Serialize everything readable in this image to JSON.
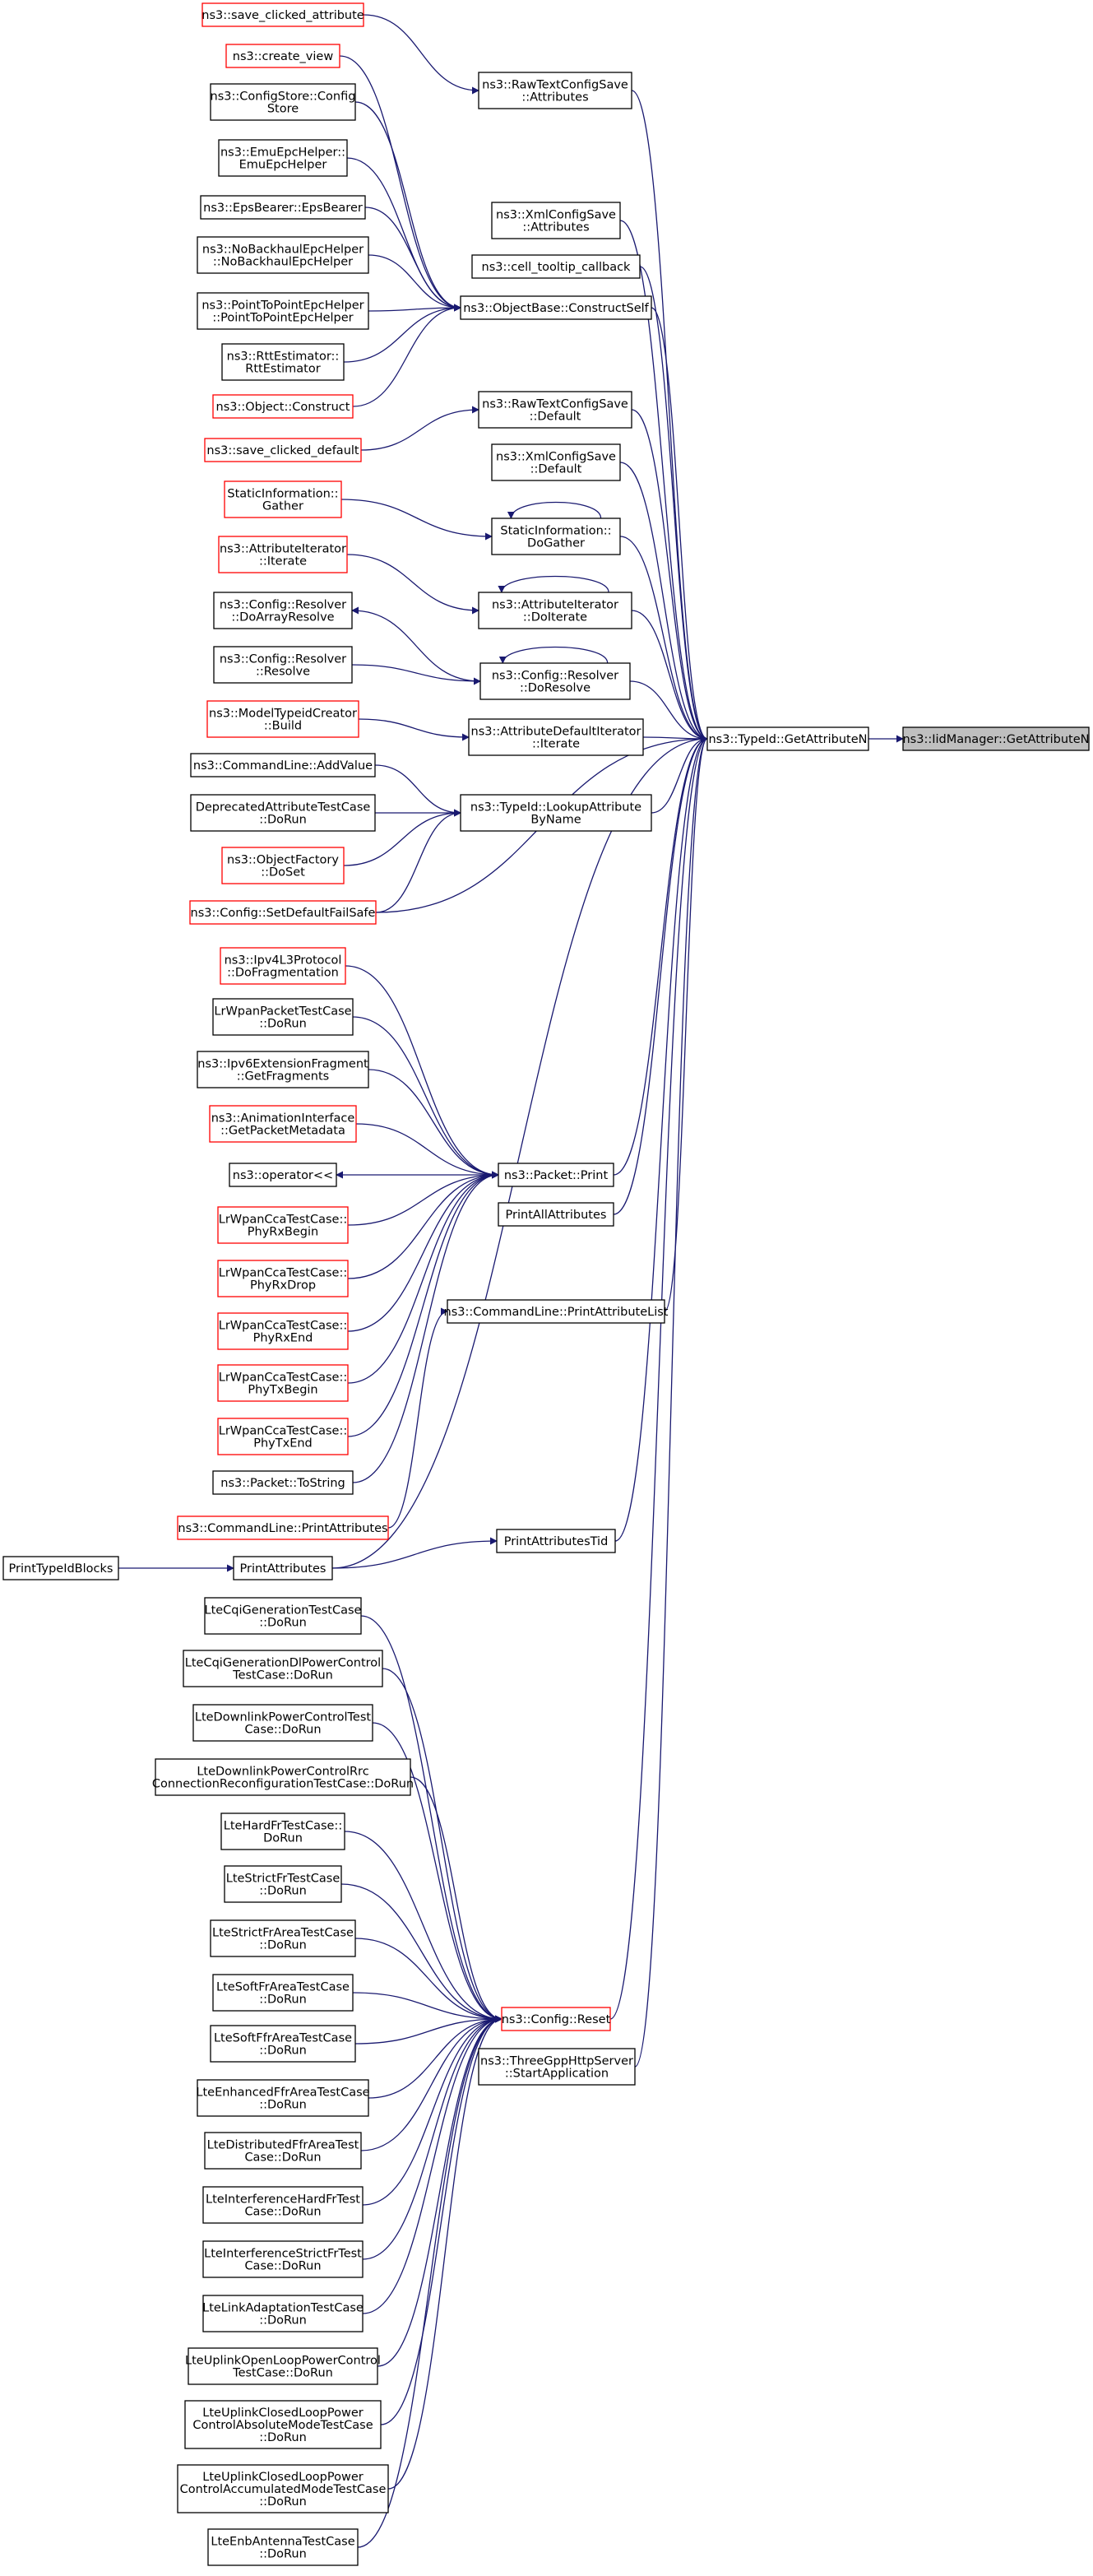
{
  "nodes": [
    {
      "id": "n1",
      "lines": [
        "ns3::save_clicked_attribute"
      ],
      "border": "#ff0000"
    },
    {
      "id": "n2",
      "lines": [
        "ns3::create_view"
      ],
      "border": "#ff0000"
    },
    {
      "id": "n3",
      "lines": [
        "ns3::ConfigStore::Config",
        "Store"
      ],
      "border": "#000000"
    },
    {
      "id": "n4",
      "lines": [
        "ns3::EmuEpcHelper::",
        "EmuEpcHelper"
      ],
      "border": "#000000"
    },
    {
      "id": "n5",
      "lines": [
        "ns3::EpsBearer::EpsBearer"
      ],
      "border": "#000000"
    },
    {
      "id": "n6",
      "lines": [
        "ns3::NoBackhaulEpcHelper",
        "::NoBackhaulEpcHelper"
      ],
      "border": "#000000"
    },
    {
      "id": "n7",
      "lines": [
        "ns3::PointToPointEpcHelper",
        "::PointToPointEpcHelper"
      ],
      "border": "#000000"
    },
    {
      "id": "n8",
      "lines": [
        "ns3::RttEstimator::",
        "RttEstimator"
      ],
      "border": "#000000"
    },
    {
      "id": "n9",
      "lines": [
        "ns3::Object::Construct"
      ],
      "border": "#ff0000"
    },
    {
      "id": "n10",
      "lines": [
        "ns3::save_clicked_default"
      ],
      "border": "#ff0000"
    },
    {
      "id": "n11",
      "lines": [
        "StaticInformation::",
        "Gather"
      ],
      "border": "#ff0000"
    },
    {
      "id": "n12",
      "lines": [
        "ns3::AttributeIterator",
        "::Iterate"
      ],
      "border": "#ff0000"
    },
    {
      "id": "n13",
      "lines": [
        "ns3::Config::Resolver",
        "::DoArrayResolve"
      ],
      "border": "#000000"
    },
    {
      "id": "n14",
      "lines": [
        "ns3::Config::Resolver",
        "::Resolve"
      ],
      "border": "#000000"
    },
    {
      "id": "n15",
      "lines": [
        "ns3::ModelTypeidCreator",
        "::Build"
      ],
      "border": "#ff0000"
    },
    {
      "id": "n16",
      "lines": [
        "ns3::CommandLine::AddValue"
      ],
      "border": "#000000"
    },
    {
      "id": "n17",
      "lines": [
        "DeprecatedAttributeTestCase",
        "::DoRun"
      ],
      "border": "#000000"
    },
    {
      "id": "n18",
      "lines": [
        "ns3::ObjectFactory",
        "::DoSet"
      ],
      "border": "#ff0000"
    },
    {
      "id": "n19",
      "lines": [
        "ns3::Config::SetDefaultFailSafe"
      ],
      "border": "#ff0000"
    },
    {
      "id": "n20",
      "lines": [
        "ns3::Ipv4L3Protocol",
        "::DoFragmentation"
      ],
      "border": "#ff0000"
    },
    {
      "id": "n21",
      "lines": [
        "LrWpanPacketTestCase",
        "::DoRun"
      ],
      "border": "#000000"
    },
    {
      "id": "n22",
      "lines": [
        "ns3::Ipv6ExtensionFragment",
        "::GetFragments"
      ],
      "border": "#000000"
    },
    {
      "id": "n23",
      "lines": [
        "ns3::AnimationInterface",
        "::GetPacketMetadata"
      ],
      "border": "#ff0000"
    },
    {
      "id": "n24",
      "lines": [
        "ns3::operator<<"
      ],
      "border": "#000000"
    },
    {
      "id": "n25",
      "lines": [
        "LrWpanCcaTestCase::",
        "PhyRxBegin"
      ],
      "border": "#ff0000"
    },
    {
      "id": "n26",
      "lines": [
        "LrWpanCcaTestCase::",
        "PhyRxDrop"
      ],
      "border": "#ff0000"
    },
    {
      "id": "n27",
      "lines": [
        "LrWpanCcaTestCase::",
        "PhyRxEnd"
      ],
      "border": "#ff0000"
    },
    {
      "id": "n28",
      "lines": [
        "LrWpanCcaTestCase::",
        "PhyTxBegin"
      ],
      "border": "#ff0000"
    },
    {
      "id": "n29",
      "lines": [
        "LrWpanCcaTestCase::",
        "PhyTxEnd"
      ],
      "border": "#ff0000"
    },
    {
      "id": "n30",
      "lines": [
        "ns3::Packet::ToString"
      ],
      "border": "#000000"
    },
    {
      "id": "n31",
      "lines": [
        "ns3::CommandLine::PrintAttributes"
      ],
      "border": "#ff0000"
    },
    {
      "id": "n32",
      "lines": [
        "PrintTypeIdBlocks"
      ],
      "border": "#000000"
    },
    {
      "id": "n33",
      "lines": [
        "PrintAttributes"
      ],
      "border": "#000000"
    },
    {
      "id": "n34",
      "lines": [
        "LteCqiGenerationTestCase",
        "::DoRun"
      ],
      "border": "#000000"
    },
    {
      "id": "n35",
      "lines": [
        "LteCqiGenerationDlPowerControl",
        "TestCase::DoRun"
      ],
      "border": "#000000"
    },
    {
      "id": "n36",
      "lines": [
        "LteDownlinkPowerControlTest",
        "Case::DoRun"
      ],
      "border": "#000000"
    },
    {
      "id": "n37",
      "lines": [
        "LteDownlinkPowerControlRrc",
        "ConnectionReconfigurationTestCase::DoRun"
      ],
      "border": "#000000"
    },
    {
      "id": "n38",
      "lines": [
        "LteHardFrTestCase::",
        "DoRun"
      ],
      "border": "#000000"
    },
    {
      "id": "n39",
      "lines": [
        "LteStrictFrTestCase",
        "::DoRun"
      ],
      "border": "#000000"
    },
    {
      "id": "n40",
      "lines": [
        "LteStrictFrAreaTestCase",
        "::DoRun"
      ],
      "border": "#000000"
    },
    {
      "id": "n41",
      "lines": [
        "LteSoftFrAreaTestCase",
        "::DoRun"
      ],
      "border": "#000000"
    },
    {
      "id": "n42",
      "lines": [
        "LteSoftFfrAreaTestCase",
        "::DoRun"
      ],
      "border": "#000000"
    },
    {
      "id": "n43",
      "lines": [
        "LteEnhancedFfrAreaTestCase",
        "::DoRun"
      ],
      "border": "#000000"
    },
    {
      "id": "n44",
      "lines": [
        "LteDistributedFfrAreaTest",
        "Case::DoRun"
      ],
      "border": "#000000"
    },
    {
      "id": "n45",
      "lines": [
        "LteInterferenceHardFrTest",
        "Case::DoRun"
      ],
      "border": "#000000"
    },
    {
      "id": "n46",
      "lines": [
        "LteInterferenceStrictFrTest",
        "Case::DoRun"
      ],
      "border": "#000000"
    },
    {
      "id": "n47",
      "lines": [
        "LteLinkAdaptationTestCase",
        "::DoRun"
      ],
      "border": "#000000"
    },
    {
      "id": "n48",
      "lines": [
        "LteUplinkOpenLoopPowerControl",
        "TestCase::DoRun"
      ],
      "border": "#000000"
    },
    {
      "id": "n49",
      "lines": [
        "LteUplinkClosedLoopPower",
        "ControlAbsoluteModeTestCase",
        "::DoRun"
      ],
      "border": "#000000"
    },
    {
      "id": "n50",
      "lines": [
        "LteUplinkClosedLoopPower",
        "ControlAccumulatedModeTestCase",
        "::DoRun"
      ],
      "border": "#000000"
    },
    {
      "id": "n51",
      "lines": [
        "LteEnbAntennaTestCase",
        "::DoRun"
      ],
      "border": "#000000"
    },
    {
      "id": "m1",
      "lines": [
        "ns3::RawTextConfigSave",
        "::Attributes"
      ],
      "border": "#000000"
    },
    {
      "id": "m2",
      "lines": [
        "ns3::XmlConfigSave",
        "::Attributes"
      ],
      "border": "#000000"
    },
    {
      "id": "m3",
      "lines": [
        "ns3::cell_tooltip_callback"
      ],
      "border": "#000000"
    },
    {
      "id": "m4",
      "lines": [
        "ns3::ObjectBase::ConstructSelf"
      ],
      "border": "#000000"
    },
    {
      "id": "m5",
      "lines": [
        "ns3::RawTextConfigSave",
        "::Default"
      ],
      "border": "#000000"
    },
    {
      "id": "m6",
      "lines": [
        "ns3::XmlConfigSave",
        "::Default"
      ],
      "border": "#000000"
    },
    {
      "id": "m7",
      "lines": [
        "StaticInformation::",
        "DoGather"
      ],
      "border": "#000000"
    },
    {
      "id": "m8",
      "lines": [
        "ns3::AttributeIterator",
        "::DoIterate"
      ],
      "border": "#000000"
    },
    {
      "id": "m9",
      "lines": [
        "ns3::Config::Resolver",
        "::DoResolve"
      ],
      "border": "#000000"
    },
    {
      "id": "m10",
      "lines": [
        "ns3::AttributeDefaultIterator",
        "::Iterate"
      ],
      "border": "#000000"
    },
    {
      "id": "m11",
      "lines": [
        "ns3::TypeId::LookupAttribute",
        "ByName"
      ],
      "border": "#000000"
    },
    {
      "id": "m12",
      "lines": [
        "ns3::Packet::Print"
      ],
      "border": "#000000"
    },
    {
      "id": "m13",
      "lines": [
        "PrintAllAttributes"
      ],
      "border": "#000000"
    },
    {
      "id": "m14",
      "lines": [
        "ns3::CommandLine::PrintAttributeList"
      ],
      "border": "#000000"
    },
    {
      "id": "m15",
      "lines": [
        "PrintAttributesTid"
      ],
      "border": "#000000"
    },
    {
      "id": "m16",
      "lines": [
        "ns3::Config::Reset"
      ],
      "border": "#ff0000"
    },
    {
      "id": "m17",
      "lines": [
        "ns3::ThreeGppHttpServer",
        "::StartApplication"
      ],
      "border": "#000000"
    },
    {
      "id": "g",
      "lines": [
        "ns3::TypeId::GetAttributeN"
      ],
      "border": "#000000"
    },
    {
      "id": "root",
      "lines": [
        "ns3::IidManager::GetAttributeN"
      ],
      "border": "#000000",
      "fill": "#bfbfbf"
    }
  ],
  "edges": [
    [
      "n1",
      "m1"
    ],
    [
      "n2",
      "m4"
    ],
    [
      "n3",
      "m4"
    ],
    [
      "n4",
      "m4"
    ],
    [
      "n5",
      "m4"
    ],
    [
      "n6",
      "m4"
    ],
    [
      "n7",
      "m4"
    ],
    [
      "n8",
      "m4"
    ],
    [
      "n9",
      "m4"
    ],
    [
      "n10",
      "m5"
    ],
    [
      "n11",
      "m7"
    ],
    [
      "m7",
      "m7"
    ],
    [
      "n12",
      "m8"
    ],
    [
      "m8",
      "m8"
    ],
    [
      "m9",
      "n13"
    ],
    [
      "n14",
      "m9"
    ],
    [
      "m9",
      "m9"
    ],
    [
      "n15",
      "m10"
    ],
    [
      "n16",
      "m11"
    ],
    [
      "n17",
      "m11"
    ],
    [
      "n18",
      "m11"
    ],
    [
      "n19",
      "m11"
    ],
    [
      "n20",
      "m12"
    ],
    [
      "n21",
      "m12"
    ],
    [
      "n22",
      "m12"
    ],
    [
      "n23",
      "m12"
    ],
    [
      "m12",
      "n24"
    ],
    [
      "n25",
      "m12"
    ],
    [
      "n26",
      "m12"
    ],
    [
      "n27",
      "m12"
    ],
    [
      "n28",
      "m12"
    ],
    [
      "n29",
      "m12"
    ],
    [
      "n30",
      "m12"
    ],
    [
      "n31",
      "m14"
    ],
    [
      "n32",
      "n33"
    ],
    [
      "n33",
      "m15"
    ],
    [
      "n34",
      "m16"
    ],
    [
      "n35",
      "m16"
    ],
    [
      "n36",
      "m16"
    ],
    [
      "n37",
      "m16"
    ],
    [
      "n38",
      "m16"
    ],
    [
      "n39",
      "m16"
    ],
    [
      "n40",
      "m16"
    ],
    [
      "n41",
      "m16"
    ],
    [
      "n42",
      "m16"
    ],
    [
      "n43",
      "m16"
    ],
    [
      "n44",
      "m16"
    ],
    [
      "n45",
      "m16"
    ],
    [
      "n46",
      "m16"
    ],
    [
      "n47",
      "m16"
    ],
    [
      "n48",
      "m16"
    ],
    [
      "n49",
      "m16"
    ],
    [
      "n50",
      "m16"
    ],
    [
      "n51",
      "m16"
    ],
    [
      "m1",
      "g"
    ],
    [
      "m2",
      "g"
    ],
    [
      "m3",
      "g"
    ],
    [
      "m4",
      "g"
    ],
    [
      "m5",
      "g"
    ],
    [
      "m6",
      "g"
    ],
    [
      "m7",
      "g"
    ],
    [
      "m8",
      "g"
    ],
    [
      "m9",
      "g"
    ],
    [
      "m10",
      "g"
    ],
    [
      "m11",
      "g"
    ],
    [
      "n19",
      "g"
    ],
    [
      "m12",
      "g"
    ],
    [
      "m13",
      "g"
    ],
    [
      "m14",
      "g"
    ],
    [
      "n33",
      "g"
    ],
    [
      "m15",
      "g"
    ],
    [
      "m16",
      "g"
    ],
    [
      "m17",
      "g"
    ],
    [
      "g",
      "root"
    ]
  ]
}
